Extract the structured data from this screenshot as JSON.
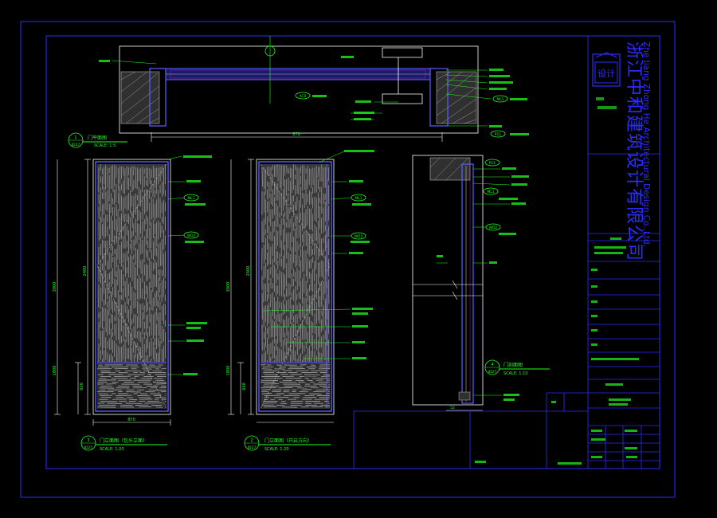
{
  "company": {
    "name_cn": "浙江中和建筑设计有限公司",
    "name_en": "Zhe Jiang Zhong He Architectural Design Co.,Ltd.",
    "logo_text": "设计"
  },
  "plan_view": {
    "marker_number": "1",
    "marker_sheet": "ID27",
    "title": "门平面图",
    "scale": "SCALE: 1:5",
    "dimension": "870",
    "tags": [
      "AC0",
      "ML1",
      "P11"
    ]
  },
  "elevation_left": {
    "marker_number": "3",
    "marker_sheet": "ID27",
    "title": "门立面图（包头立面）",
    "scale": "SCALE: 1:20",
    "dim_total": "3000",
    "dim_door": "2400",
    "dim_lower": "1800",
    "dim_kick": "600",
    "dim_width": "870",
    "tags": [
      "ML1",
      "WD2"
    ]
  },
  "elevation_right": {
    "marker_number": "2",
    "marker_sheet": "ID27",
    "title": "门立面图（开启方向）",
    "scale": "SCALE: 1:20",
    "dim_total": "3000",
    "dim_door": "2400",
    "dim_lower": "1800",
    "dim_kick": "600",
    "tags": [
      "ML1",
      "WD2"
    ]
  },
  "section_view": {
    "marker_number": "4",
    "marker_sheet": "ID27",
    "title": "门剖面图",
    "scale": "SCALE: 1:10",
    "tags": [
      "P11",
      "ML1",
      "WD2"
    ],
    "dim_width": "52"
  },
  "colors": {
    "background": "#000000",
    "frame": "#2c2cff",
    "text": "#21ff21",
    "lines": "#ffffff",
    "detail": "#b4b4b4",
    "outline": "#5f5fff",
    "highlight": "#ff21ff"
  }
}
